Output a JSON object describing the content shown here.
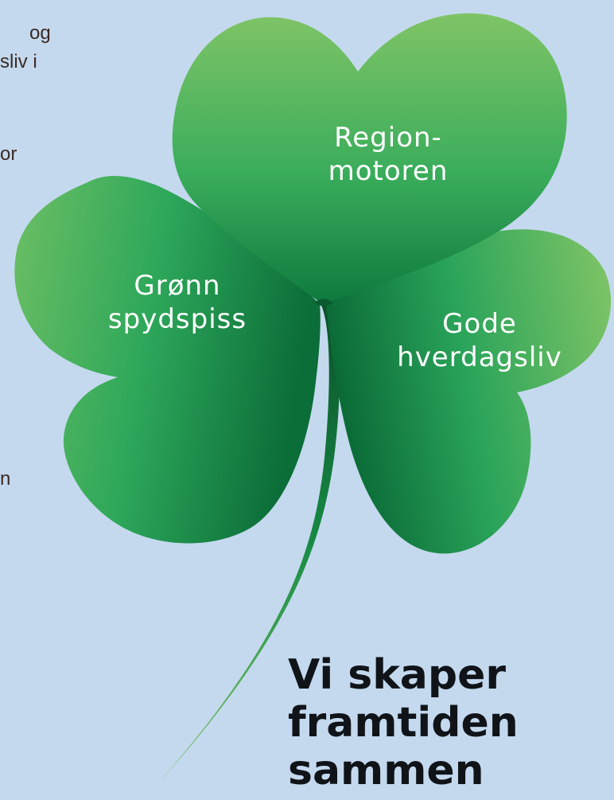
{
  "background_color": "#c4d9ee",
  "leaf_colors": {
    "light": "#7fc466",
    "mid": "#2faa5a",
    "dark": "#0a6a36",
    "stem_dark": "#0b4f2a",
    "stem_light": "#7cc465"
  },
  "cutoff_text": {
    "line1": "og",
    "line2": "sliv i",
    "line3": "or",
    "line4": "n"
  },
  "clover": {
    "icon": "clover-icon",
    "top_leaf": {
      "line1": "Region-",
      "line2": "motoren"
    },
    "left_leaf": {
      "line1": "Grønn",
      "line2": "spydspiss"
    },
    "right_leaf": {
      "line1": "Gode",
      "line2": "hverdagsliv"
    }
  },
  "slogan": {
    "line1": "Vi skaper",
    "line2": "framtiden",
    "line3": "sammen"
  }
}
